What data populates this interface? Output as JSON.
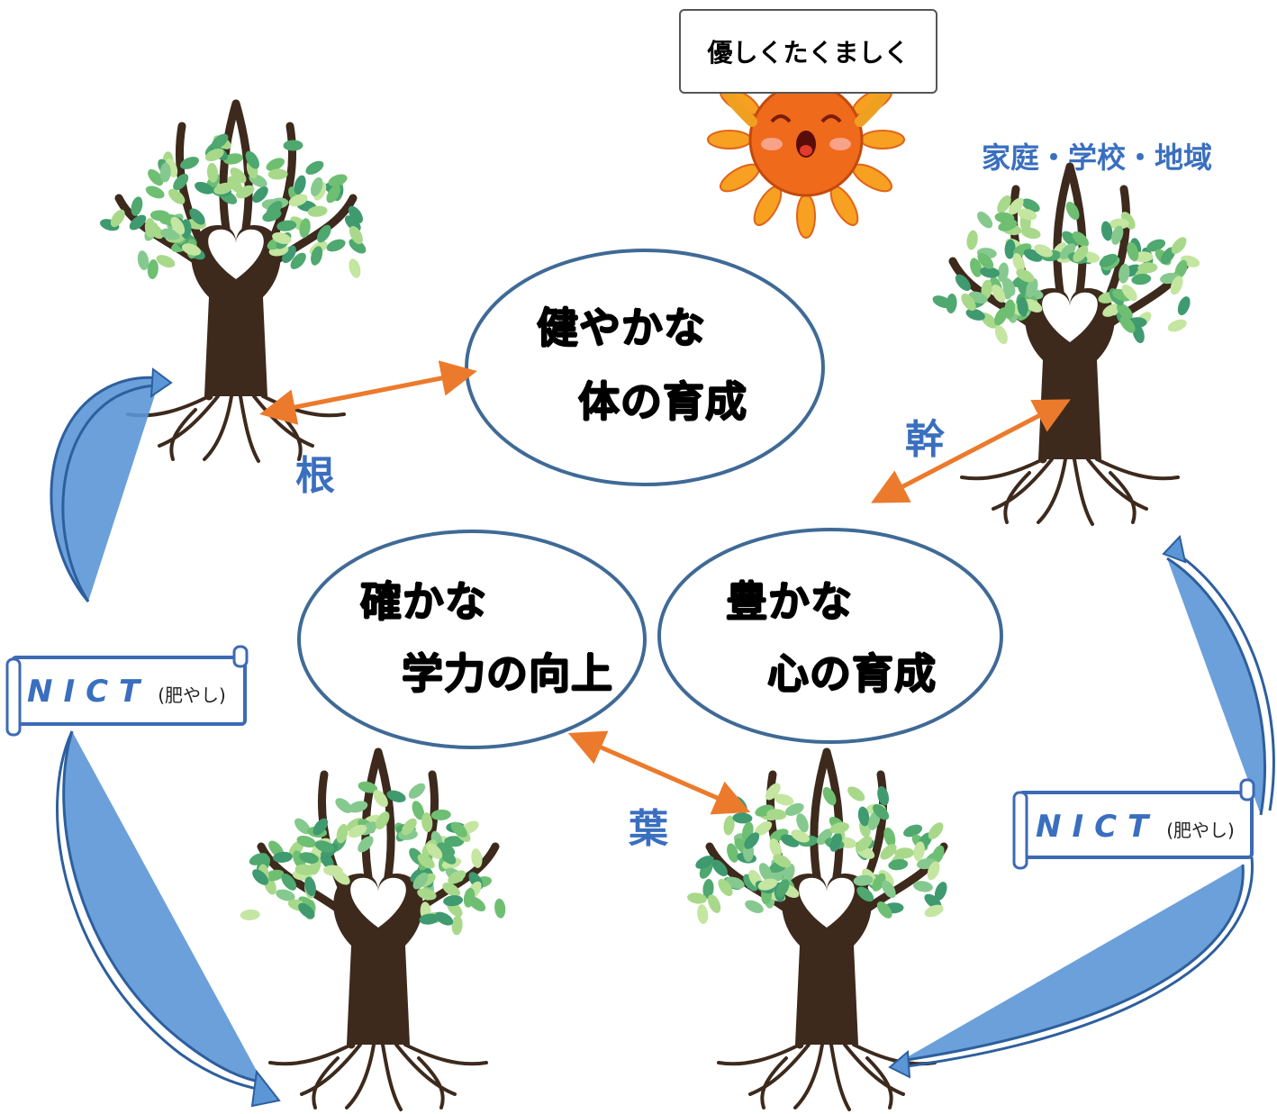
{
  "sign": {
    "text": "優しくたくましく"
  },
  "header_label": "家庭・学校・地域",
  "ovals": {
    "body": {
      "line1": "健やかな",
      "line2": "体の育成"
    },
    "academic": {
      "line1": "確かな",
      "line2": "学力の向上"
    },
    "heart": {
      "line1": "豊かな",
      "line2": "心の育成"
    }
  },
  "tree_parts": {
    "root": "根",
    "trunk": "幹",
    "leaf": "葉"
  },
  "nict_left": {
    "main": "NICT",
    "sub": "(肥やし)"
  },
  "nict_right": {
    "main": "NICT",
    "sub": "(肥やし)"
  },
  "colors": {
    "oval_stroke": "#3f6a96",
    "arrow_orange": "#ec7a2c",
    "arrow_blue": "#3c78c3",
    "label_blue": "#3a6fbf",
    "tree_trunk": "#3d2a1d",
    "leaf_green": "#7cc576",
    "sun_orange": "#f06a1c"
  },
  "icons": [
    "tree-icon",
    "sun-mascot-icon",
    "double-arrow-icon",
    "curved-arrow-icon",
    "scroll-banner-icon"
  ]
}
